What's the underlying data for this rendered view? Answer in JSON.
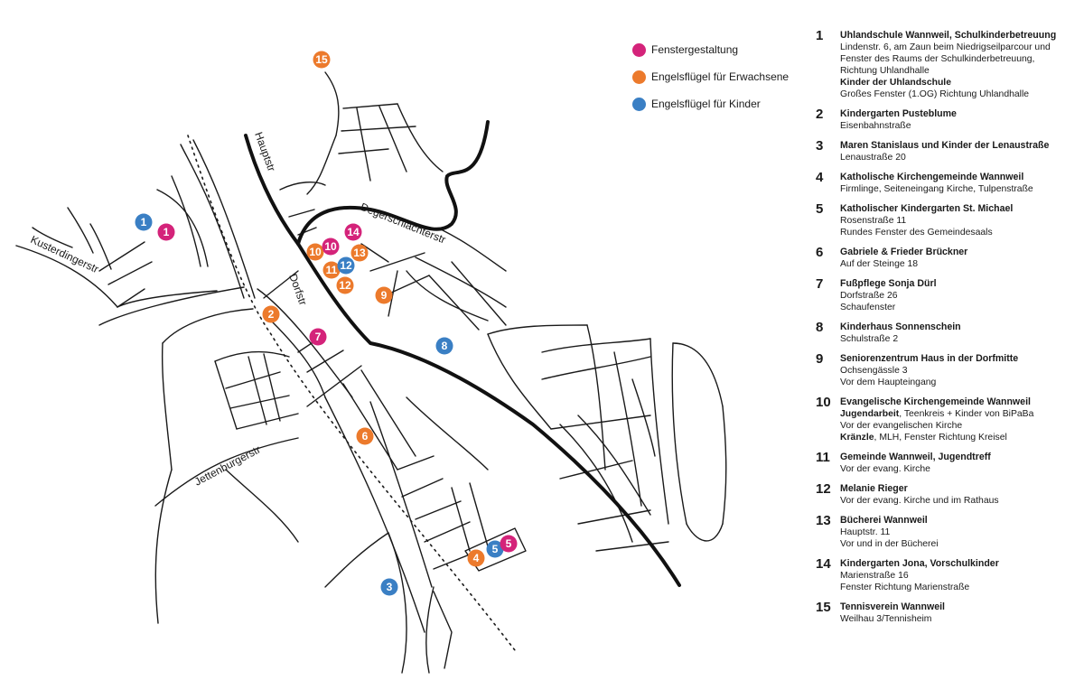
{
  "colors": {
    "fenster": "#d4237a",
    "erwachsene": "#ec7a2c",
    "kinder": "#3a7fc4"
  },
  "legend": [
    {
      "label": "Fenstergestaltung",
      "color": "#d4237a"
    },
    {
      "label": "Engelsflügel für Erwachsene",
      "color": "#ec7a2c"
    },
    {
      "label": "Engelsflügel für Kinder",
      "color": "#3a7fc4"
    }
  ],
  "street_labels": {
    "hauptstr": "Hauptstr",
    "degerschlachterstr": "Degerschlachterstr",
    "kusterdingerstr": "Kusterdingerstr",
    "dorfstr": "Dorfstr",
    "jettenburgerstr": "Jettenburgerstr"
  },
  "markers": [
    {
      "n": "15",
      "type": "erwachsene"
    },
    {
      "n": "1",
      "type": "kinder"
    },
    {
      "n": "1",
      "type": "fenster"
    },
    {
      "n": "14",
      "type": "fenster"
    },
    {
      "n": "10",
      "type": "erwachsene"
    },
    {
      "n": "10",
      "type": "fenster"
    },
    {
      "n": "13",
      "type": "erwachsene"
    },
    {
      "n": "11",
      "type": "erwachsene"
    },
    {
      "n": "12",
      "type": "kinder"
    },
    {
      "n": "12",
      "type": "erwachsene"
    },
    {
      "n": "9",
      "type": "erwachsene"
    },
    {
      "n": "2",
      "type": "erwachsene"
    },
    {
      "n": "7",
      "type": "fenster"
    },
    {
      "n": "8",
      "type": "kinder"
    },
    {
      "n": "6",
      "type": "erwachsene"
    },
    {
      "n": "4",
      "type": "erwachsene"
    },
    {
      "n": "5",
      "type": "kinder"
    },
    {
      "n": "5",
      "type": "fenster"
    },
    {
      "n": "3",
      "type": "kinder"
    }
  ],
  "entries": [
    {
      "num": "1",
      "lines": [
        {
          "b": "Uhlandschule Wannweil, Schulkinderbetreuung"
        },
        {
          "t": "Lindenstr. 6, am Zaun beim Niedrigseilparcour und"
        },
        {
          "t": "Fenster des Raums der Schulkinderbetreuung,"
        },
        {
          "t": "Richtung Uhlandhalle"
        },
        {
          "b": "Kinder der Uhlandschule"
        },
        {
          "t": "Großes Fenster (1.OG) Richtung Uhlandhalle"
        }
      ]
    },
    {
      "num": "2",
      "lines": [
        {
          "b": "Kindergarten Pusteblume"
        },
        {
          "t": "Eisenbahnstraße"
        }
      ]
    },
    {
      "num": "3",
      "lines": [
        {
          "b": "Maren Stanislaus und Kinder der Lenaustraße"
        },
        {
          "t": "Lenaustraße 20"
        }
      ]
    },
    {
      "num": "4",
      "lines": [
        {
          "b": "Katholische Kirchengemeinde Wannweil"
        },
        {
          "t": "Firmlinge, Seiteneingang Kirche, Tulpenstraße"
        }
      ]
    },
    {
      "num": "5",
      "lines": [
        {
          "b": "Katholischer Kindergarten St. Michael"
        },
        {
          "t": "Rosenstraße 11"
        },
        {
          "t": "Rundes Fenster des Gemeindesaals"
        }
      ]
    },
    {
      "num": "6",
      "lines": [
        {
          "b": "Gabriele & Frieder Brückner"
        },
        {
          "t": "Auf der Steinge 18"
        }
      ]
    },
    {
      "num": "7",
      "lines": [
        {
          "b": "Fußpflege Sonja Dürl"
        },
        {
          "t": "Dorfstraße 26"
        },
        {
          "t": "Schaufenster"
        }
      ]
    },
    {
      "num": "8",
      "lines": [
        {
          "b": "Kinderhaus Sonnenschein"
        },
        {
          "t": "Schulstraße 2"
        }
      ]
    },
    {
      "num": "9",
      "lines": [
        {
          "b": "Seniorenzentrum Haus in der Dorfmitte"
        },
        {
          "t": "Ochsengässle 3"
        },
        {
          "t": "Vor dem Haupteingang"
        }
      ]
    },
    {
      "num": "10",
      "lines": [
        {
          "b": "Evangelische Kirchengemeinde Wannweil"
        },
        {
          "b": "Jugendarbeit",
          "t": ", Teenkreis + Kinder von BiPaBa"
        },
        {
          "t": "Vor der evangelischen Kirche"
        },
        {
          "b": "Kränzle",
          "t": ", MLH, Fenster Richtung Kreisel"
        }
      ]
    },
    {
      "num": "11",
      "lines": [
        {
          "b": "Gemeinde Wannweil, Jugendtreff"
        },
        {
          "t": "Vor der evang. Kirche"
        }
      ]
    },
    {
      "num": "12",
      "lines": [
        {
          "b": "Melanie Rieger"
        },
        {
          "t": "Vor der evang. Kirche und im Rathaus"
        }
      ]
    },
    {
      "num": "13",
      "lines": [
        {
          "b": "Bücherei Wannweil"
        },
        {
          "t": "Hauptstr. 11"
        },
        {
          "t": "Vor und in der Bücherei"
        }
      ]
    },
    {
      "num": "14",
      "lines": [
        {
          "b": "Kindergarten Jona, Vorschulkinder"
        },
        {
          "t": "Marienstraße 16"
        },
        {
          "t": "Fenster Richtung Marienstraße"
        }
      ]
    },
    {
      "num": "15",
      "lines": [
        {
          "b": "Tennisverein Wannweil"
        },
        {
          "t": "Weilhau 3/Tennisheim"
        }
      ]
    }
  ]
}
